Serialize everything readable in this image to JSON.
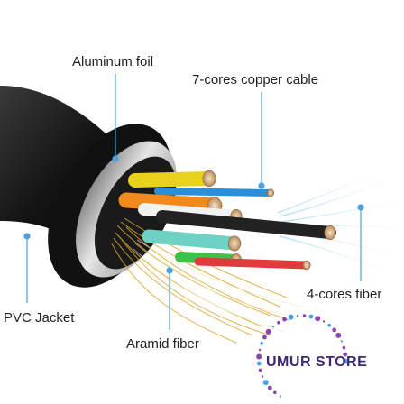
{
  "labels": {
    "aluminum_foil": "Aluminum foil",
    "copper_cable": "7-cores copper cable",
    "pvc_jacket": "PVC Jacket",
    "aramid_fiber": "Aramid fiber",
    "fiber_cores": "4-cores fiber"
  },
  "brand": {
    "name": "UMUR STORE"
  },
  "colors": {
    "jacket": "#1c1c1c",
    "foil": "#c9c9c9",
    "callout_line": "#4aa3e0",
    "aramid": "#d9a530",
    "brand_text": "#3d2a73",
    "brand_dot_blue": "#4aa3e0",
    "brand_dot_purple": "#8e44ad"
  },
  "wires": [
    {
      "name": "yellow",
      "color": "#e8d21c"
    },
    {
      "name": "orange",
      "color": "#f08a1c"
    },
    {
      "name": "white",
      "color": "#f2f2f2"
    },
    {
      "name": "blue",
      "color": "#2a8fd8"
    },
    {
      "name": "black",
      "color": "#222222"
    },
    {
      "name": "teal",
      "color": "#6fd0c4"
    },
    {
      "name": "green",
      "color": "#3cc24a"
    },
    {
      "name": "red",
      "color": "#e03a3a"
    }
  ]
}
